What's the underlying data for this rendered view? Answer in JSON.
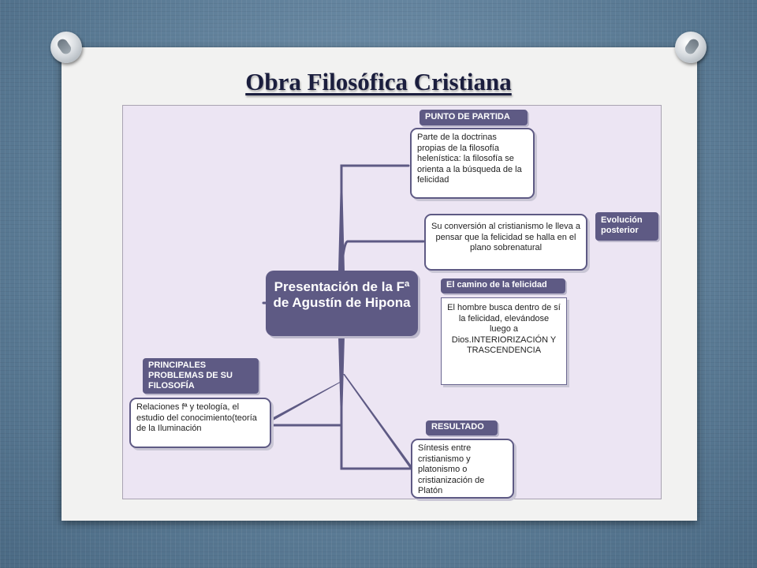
{
  "slide": {
    "title": "Obra Filosófica Cristiana"
  },
  "concept_map": {
    "center": "Presentación de la Fª de Agustín de Hipona",
    "nodes": [
      {
        "tag": "PUNTO DE PARTIDA",
        "text": "Parte de la doctrinas propias de la filosofía helenística: la filosofía se orienta a la búsqueda de la felicidad"
      },
      {
        "tag": "Evolución posterior",
        "text": "Su conversión al cristianismo le lleva a pensar que la felicidad se halla en el plano sobrenatural"
      },
      {
        "tag": "El camino de la felicidad",
        "text": "El hombre busca dentro de sí la felicidad, elevándose luego a Dios.INTERIORIZACIÓN Y TRASCENDENCIA"
      },
      {
        "tag": "PRINCIPALES PROBLEMAS DE SU FILOSOFÍA",
        "text": "Relaciones fª y teología, el estudio del conocimiento(teoría de la Iluminación"
      },
      {
        "tag": "RESULTADO",
        "text": "Síntesis entre cristianismo y platonismo o cristianización de Platón"
      }
    ]
  },
  "colors": {
    "accent": "#5e5a84",
    "map_background": "#ece5f3",
    "title": "#1b1e3e"
  }
}
